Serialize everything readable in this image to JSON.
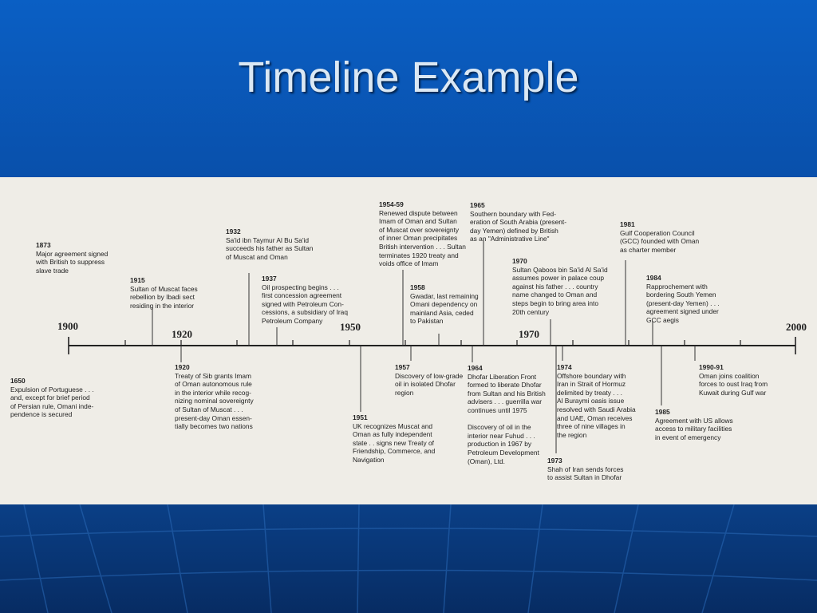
{
  "slide": {
    "title": "Timeline Example"
  },
  "axis_labels": [
    {
      "id": "1900",
      "text": "1900"
    },
    {
      "id": "1920",
      "text": "1920"
    },
    {
      "id": "1950",
      "text": "1950"
    },
    {
      "id": "1970",
      "text": "1970"
    },
    {
      "id": "2000",
      "text": "2000"
    }
  ],
  "events": [
    {
      "year": "1873",
      "text": "Major agreement signed\nwith British to suppress\nslave trade"
    },
    {
      "year": "1915",
      "text": "Sultan of Muscat faces\nrebellion by Ibadi sect\nresiding in the interior"
    },
    {
      "year": "1932",
      "text": "Sa'id ibn Taymur Al Bu Sa'id\nsucceeds his father as Sultan\nof Muscat and Oman"
    },
    {
      "year": "1937",
      "text": "Oil prospecting begins . . .\nfirst concession agreement\nsigned with Petroleum Con-\ncessions, a subsidiary of Iraq\nPetroleum Company"
    },
    {
      "year": "1954-59",
      "text": "Renewed dispute between\nImam of Oman and Sultan\nof Muscat over sovereignty\nof inner Oman precipitates\nBritish intervention . . . Sultan\nterminates 1920 treaty and\nvoids office of Imam"
    },
    {
      "year": "1958",
      "text": "Gwadar, last remaining\nOmani dependency on\nmainland Asia, ceded\nto Pakistan"
    },
    {
      "year": "1965",
      "text": "Southern boundary with Fed-\neration of South Arabia (present-\nday Yemen) defined by British\nas an \"Administrative Line\""
    },
    {
      "year": "1970",
      "text": "Sultan Qaboos bin Sa'id Al Sa'id\nassumes power in palace coup\nagainst his father . . . country\nname changed to Oman and\nsteps begin to bring area into\n20th century"
    },
    {
      "year": "1981",
      "text": "Gulf Cooperation Council\n(GCC) founded with Oman\nas charter member"
    },
    {
      "year": "1984",
      "text": "Rapprochement with\nbordering South Yemen\n(present-day Yemen) . . .\nagreement signed under\nGCC aegis"
    },
    {
      "year": "1650",
      "text": "Expulsion of Portuguese . . .\nand, except for brief period\nof Persian rule, Omani inde-\npendence is secured"
    },
    {
      "year": "1920",
      "text": "Treaty of Sib grants Imam\nof Oman autonomous rule\nin the interior while recog-\nnizing nominal sovereignty\nof Sultan of Muscat . . .\npresent-day Oman essen-\ntially becomes two nations"
    },
    {
      "year": "1951",
      "text": "UK recognizes Muscat and\nOman as fully independent\nstate . . signs new Treaty of\nFriendship, Commerce, and\nNavigation"
    },
    {
      "year": "1957",
      "text": "Discovery of low-grade\noil in isolated Dhofar\nregion"
    },
    {
      "year": "1964",
      "text": "Dhofar Liberation Front\nformed to liberate Dhofar\nfrom Sultan and his British\nadvisers . . . guerrilla war\ncontinues until 1975\n\nDiscovery of oil in the\ninterior near Fuhud . . .\nproduction in 1967 by\nPetroleum Development\n(Oman), Ltd."
    },
    {
      "year": "1973",
      "text": "Shah of Iran sends forces\nto assist Sultan in Dhofar"
    },
    {
      "year": "1974",
      "text": "Offshore boundary with\nIran in Strait of Hormuz\ndelimited by treaty . . .\nAl Buraymi oasis issue\nresolved with Saudi Arabia\nand UAE, Oman receives\nthree of nine villages in\nthe region"
    },
    {
      "year": "1985",
      "text": "Agreement with US allows\naccess to military facilities\nin event of emergency"
    },
    {
      "year": "1990-91",
      "text": "Oman joins coalition\nforces to oust Iraq from\nKuwait during Gulf war"
    }
  ]
}
